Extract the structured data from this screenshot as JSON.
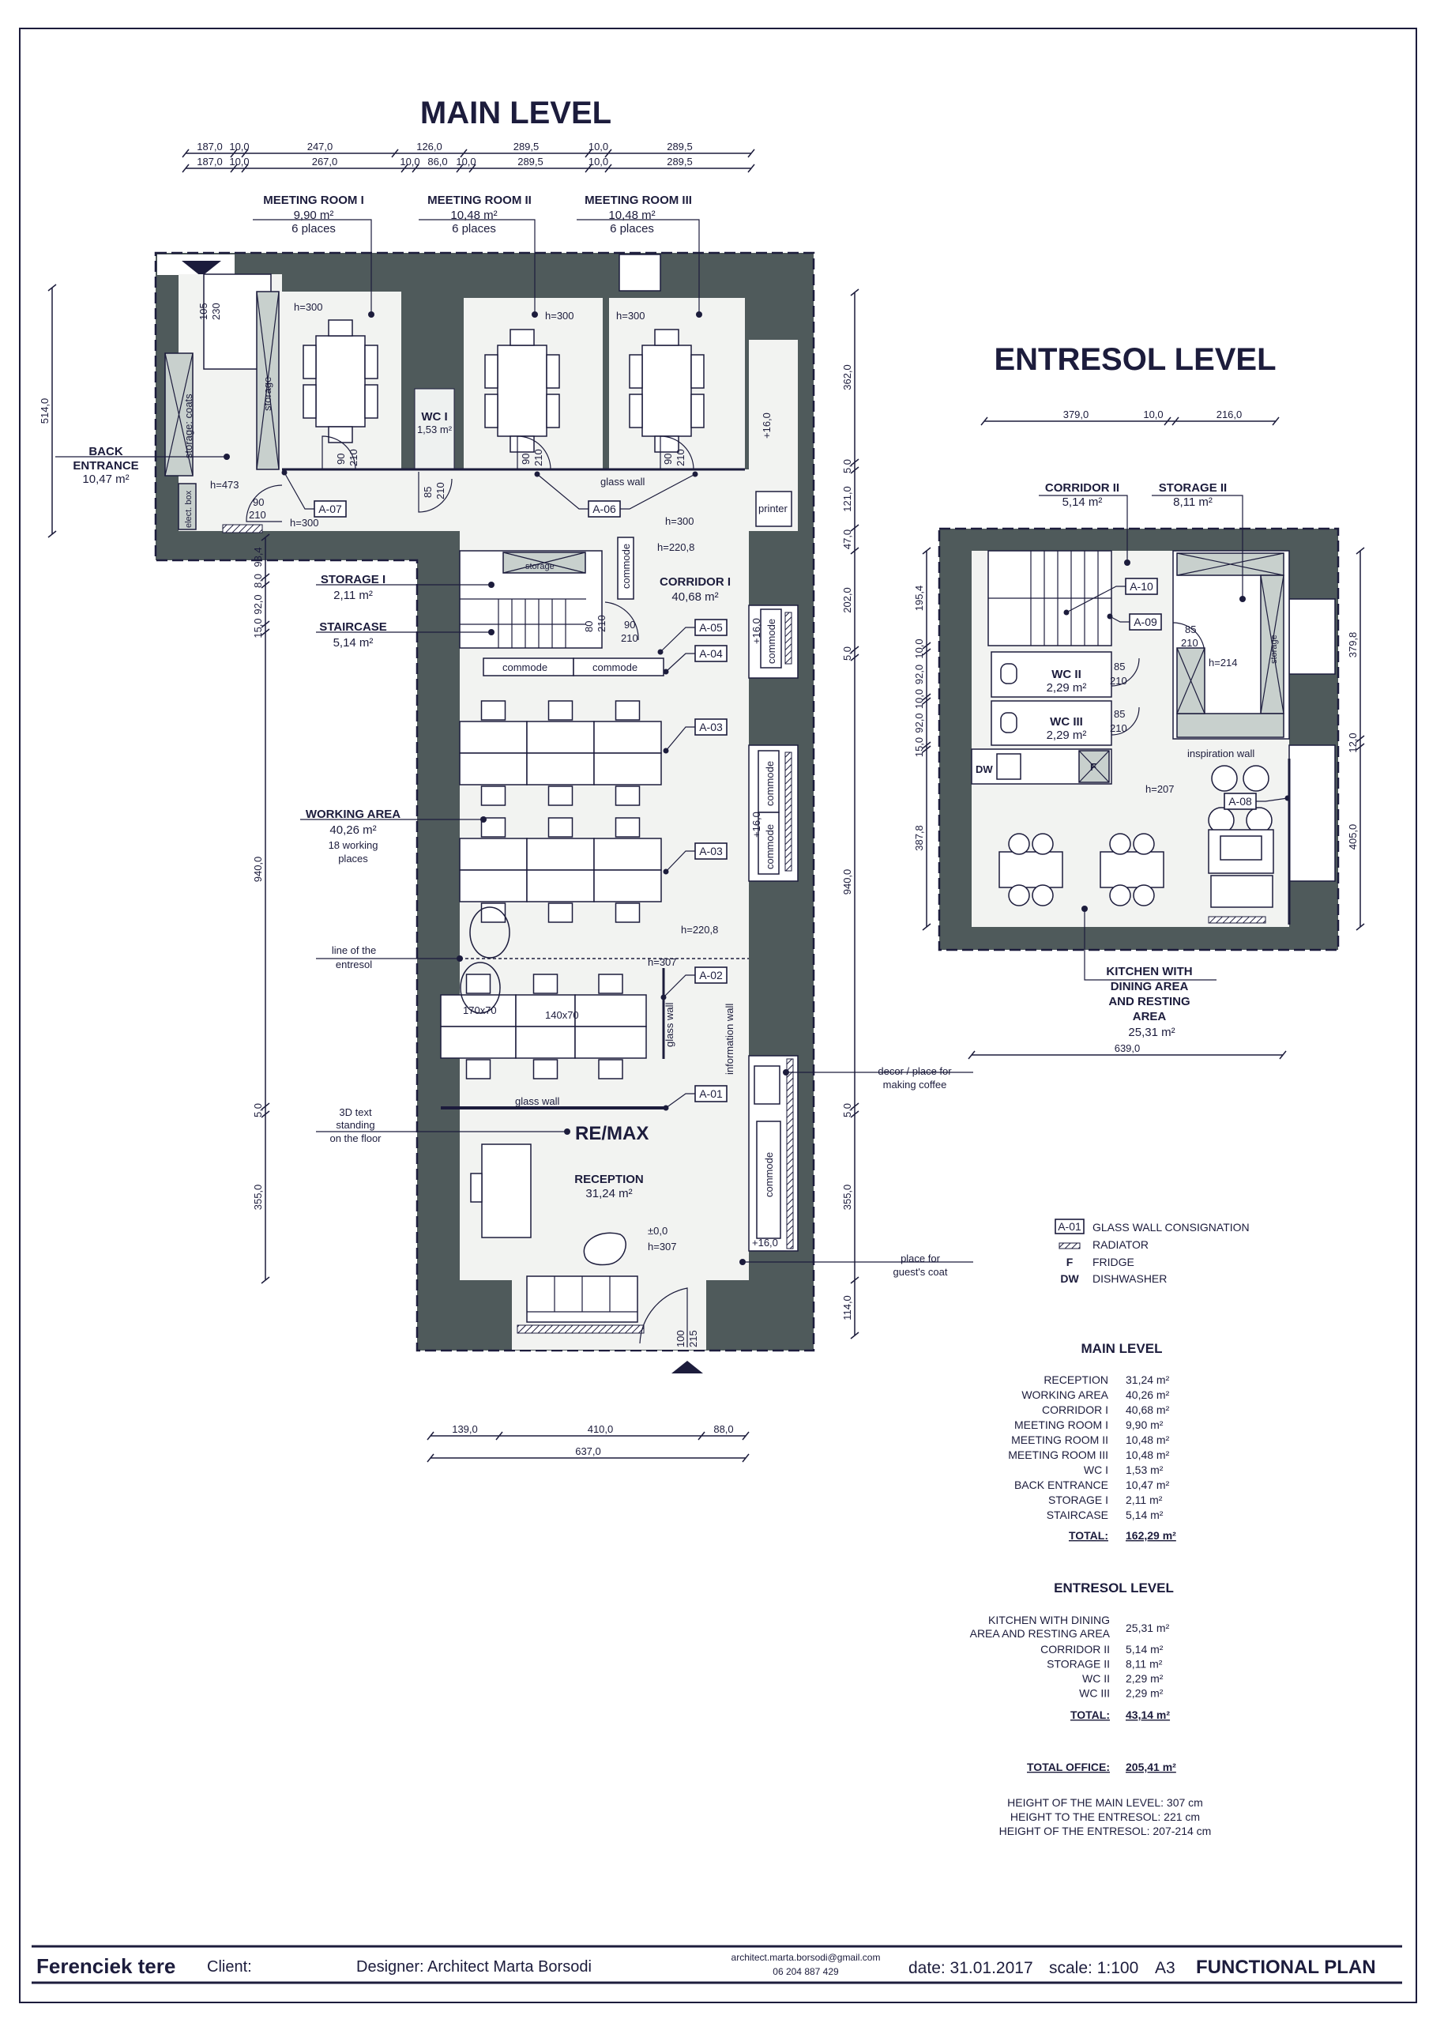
{
  "titles": {
    "main": "MAIN LEVEL",
    "entresol": "ENTRESOL LEVEL"
  },
  "main_plan": {
    "dims_top_1": [
      "187,0",
      "10,0",
      "247,0",
      "126,0",
      "289,5",
      "10,0",
      "289,5"
    ],
    "dims_top_2": [
      "187,0",
      "10,0",
      "267,0",
      "10,0",
      "86,0",
      "10,0",
      "289,5",
      "10,0",
      "289,5"
    ],
    "dim_left_outer": "514,0",
    "dims_left": [
      "93,4",
      "8,0",
      "92,0",
      "15,0",
      "940,0",
      "5,0",
      "355,0"
    ],
    "dims_right": [
      "362,0",
      "5,0",
      "121,0",
      "47,0",
      "202,0",
      "5,0",
      "940,0",
      "5,0",
      "355,0",
      "114,0"
    ],
    "dims_bottom": [
      "139,0",
      "410,0",
      "88,0"
    ],
    "dim_bottom_total": "637,0",
    "rooms": {
      "meeting_room_1": {
        "name": "MEETING ROOM I",
        "area": "9,90 m²",
        "places": "6 places"
      },
      "meeting_room_2": {
        "name": "MEETING ROOM II",
        "area": "10,48 m²",
        "places": "6 places"
      },
      "meeting_room_3": {
        "name": "MEETING ROOM III",
        "area": "10,48 m²",
        "places": "6 places"
      },
      "wc_1": {
        "name": "WC I",
        "area": "1,53 m²"
      },
      "back_entrance": {
        "name1": "BACK",
        "name2": "ENTRANCE",
        "area": "10,47 m²"
      },
      "storage_1": {
        "name": "STORAGE I",
        "area": "2,11 m²"
      },
      "staircase": {
        "name": "STAIRCASE",
        "area": "5,14 m²"
      },
      "corridor_1": {
        "name": "CORRIDOR I",
        "area": "40,68 m²"
      },
      "working_area": {
        "name": "WORKING AREA",
        "area": "40,26 m²",
        "places1": "18 working",
        "places2": "places"
      },
      "reception": {
        "name": "RECEPTION",
        "area": "31,24 m²"
      }
    },
    "notes": {
      "h300": "h=300",
      "h473": "h=473",
      "h2208": "h=220,8",
      "h307": "h=307",
      "door_90": "90",
      "door_210": "210",
      "door_85": "85",
      "door_80": "80",
      "door_105": "105",
      "door_230": "230",
      "door_100": "100",
      "door_215": "215",
      "glass_wall": "glass wall",
      "printer": "printer",
      "storage": "storage",
      "storage_coats": "storage: coats",
      "elect_box": "elect. box",
      "commode": "commode",
      "plus16": "+16,0",
      "level0": "±0,0",
      "desk_170": "170x70",
      "desk_140": "140x70",
      "information_wall": "information wall",
      "remax": "RE/MAX",
      "line_entresol1": "line of the",
      "line_entresol2": "entresol",
      "text3d1": "3D text",
      "text3d2": "standing",
      "text3d3": "on the floor",
      "decor1": "decor / place for",
      "decor2": "making coffee",
      "coat1": "place for",
      "coat2": "guest's coat"
    },
    "tags": [
      "A-01",
      "A-02",
      "A-03",
      "A-04",
      "A-05",
      "A-06",
      "A-07"
    ]
  },
  "entresol_plan": {
    "dims_top": [
      "379,0",
      "10,0",
      "216,0"
    ],
    "dims_left": [
      "195,4",
      "10,0",
      "92,0",
      "10,0",
      "92,0",
      "15,0",
      "387,8"
    ],
    "dims_right": [
      "379,8",
      "12,0",
      "405,0"
    ],
    "dim_bottom": "639,0",
    "rooms": {
      "corridor_2": {
        "name": "CORRIDOR II",
        "area": "5,14 m²"
      },
      "storage_2": {
        "name": "STORAGE II",
        "area": "8,11 m²"
      },
      "wc_2": {
        "name": "WC II",
        "area": "2,29 m²"
      },
      "wc_3": {
        "name": "WC III",
        "area": "2,29 m²"
      },
      "kitchen": {
        "name1": "KITCHEN WITH",
        "name2": "DINING AREA",
        "name3": "AND RESTING",
        "name4": "AREA",
        "area": "25,31 m²"
      }
    },
    "notes": {
      "h214": "h=214",
      "h207": "h=207",
      "inspiration_wall": "inspiration wall",
      "dw": "DW",
      "f": "F",
      "storage": "storage",
      "door_85": "85",
      "door_210": "210"
    },
    "tags": [
      "A-08",
      "A-09",
      "A-10"
    ]
  },
  "legend": [
    {
      "symbol": "A-01",
      "label": "GLASS WALL CONSIGNATION"
    },
    {
      "symbol": "radiator",
      "label": "RADIATOR"
    },
    {
      "symbol": "F",
      "label": "FRIDGE"
    },
    {
      "symbol": "DW",
      "label": "DISHWASHER"
    }
  ],
  "area_tables": {
    "main": {
      "title": "MAIN LEVEL",
      "rows": [
        {
          "name": "RECEPTION",
          "area": "31,24 m²"
        },
        {
          "name": "WORKING AREA",
          "area": "40,26 m²"
        },
        {
          "name": "CORRIDOR I",
          "area": "40,68 m²"
        },
        {
          "name": "MEETING ROOM I",
          "area": "9,90 m²"
        },
        {
          "name": "MEETING ROOM II",
          "area": "10,48 m²"
        },
        {
          "name": "MEETING ROOM III",
          "area": "10,48 m²"
        },
        {
          "name": "WC I",
          "area": "1,53 m²"
        },
        {
          "name": "BACK ENTRANCE",
          "area": "10,47 m²"
        },
        {
          "name": "STORAGE I",
          "area": "2,11 m²"
        },
        {
          "name": "STAIRCASE",
          "area": "5,14 m²"
        }
      ],
      "total_label": "TOTAL:",
      "total": "162,29 m²"
    },
    "entresol": {
      "title": "ENTRESOL LEVEL",
      "kitchen_line1": "KITCHEN WITH DINING",
      "kitchen_line2": "AREA AND RESTING AREA",
      "kitchen_area": "25,31 m²",
      "rows": [
        {
          "name": "CORRIDOR II",
          "area": "5,14 m²"
        },
        {
          "name": "STORAGE II",
          "area": "8,11 m²"
        },
        {
          "name": "WC II",
          "area": "2,29 m²"
        },
        {
          "name": "WC III",
          "area": "2,29 m²"
        }
      ],
      "total_label": "TOTAL:",
      "total": "43,14 m²"
    },
    "office_total_label": "TOTAL OFFICE:",
    "office_total": "205,41 m²",
    "heights": [
      "HEIGHT OF THE MAIN LEVEL: 307 cm",
      "HEIGHT TO THE ENTRESOL: 221 cm",
      "HEIGHT OF THE ENTRESOL: 207-214 cm"
    ]
  },
  "footer": {
    "project": "Ferenciek tere",
    "client": "Client:",
    "designer": "Designer: Architect Marta Borsodi",
    "email": "architect.marta.borsodi@gmail.com",
    "phone": "06 204 887 429",
    "date": "date: 31.01.2017",
    "scale": "scale: 1:100",
    "paper": "A3",
    "title": "FUNCTIONAL PLAN"
  },
  "colors": {
    "wall": "#4f5a5b",
    "ink": "#1c1c3c",
    "storage": "#c8d0cd",
    "floor": "#f2f3f1"
  }
}
